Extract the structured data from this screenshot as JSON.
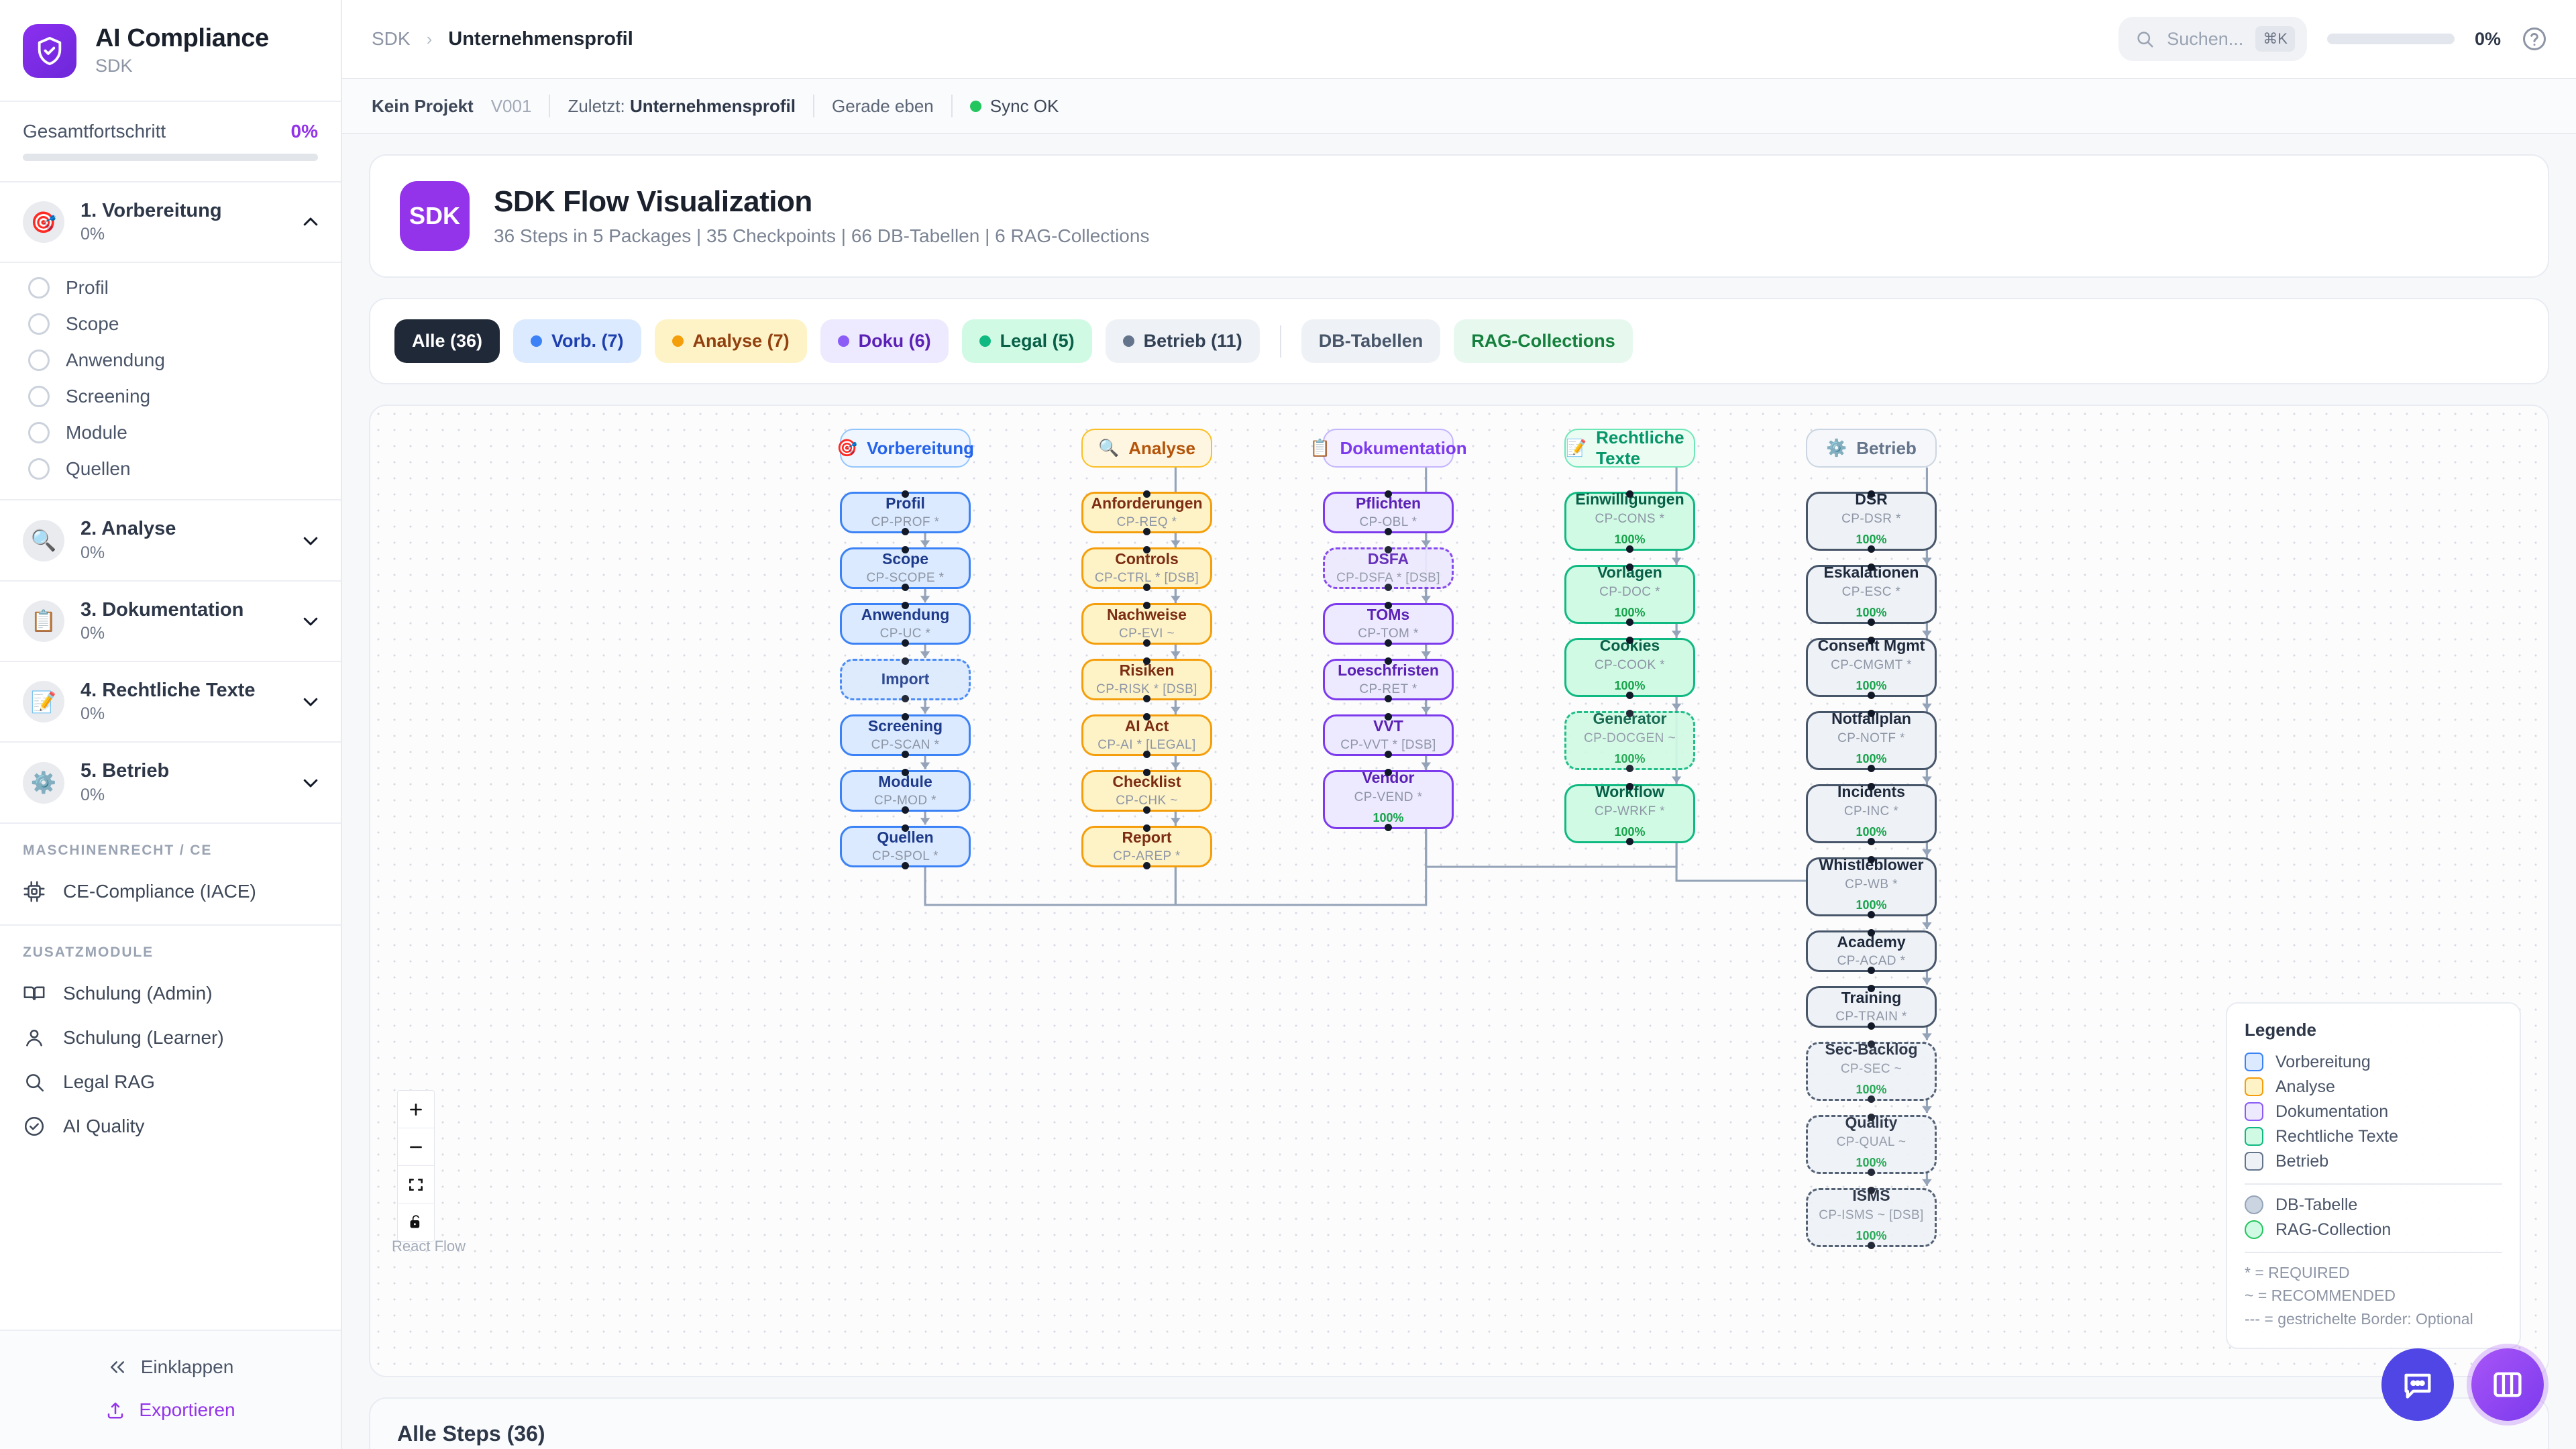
{
  "sidebar": {
    "brand": {
      "title": "AI Compliance",
      "subtitle": "SDK",
      "logo_icon": "shield-check-icon"
    },
    "overall": {
      "label": "Gesamtfortschritt",
      "value": "0%",
      "percent": 0,
      "accent": "#9333ea"
    },
    "sections": [
      {
        "emoji": "🎯",
        "title": "1. Vorbereitung",
        "percent": "0%",
        "expanded": true,
        "children": [
          "Profil",
          "Scope",
          "Anwendung",
          "Screening",
          "Module",
          "Quellen"
        ]
      },
      {
        "emoji": "🔍",
        "title": "2. Analyse",
        "percent": "0%",
        "expanded": false,
        "children": []
      },
      {
        "emoji": "📋",
        "title": "3. Dokumentation",
        "percent": "0%",
        "expanded": false,
        "children": []
      },
      {
        "emoji": "📝",
        "title": "4. Rechtliche Texte",
        "percent": "0%",
        "expanded": false,
        "children": []
      },
      {
        "emoji": "⚙️",
        "title": "5. Betrieb",
        "percent": "0%",
        "expanded": false,
        "children": []
      }
    ],
    "group_machine": {
      "header": "MASCHINENRECHT / CE",
      "items": [
        {
          "icon": "chip-icon",
          "label": "CE-Compliance (IACE)"
        }
      ]
    },
    "group_extra": {
      "header": "ZUSATZMODULE",
      "items": [
        {
          "icon": "book-icon",
          "label": "Schulung (Admin)"
        },
        {
          "icon": "user-icon",
          "label": "Schulung (Learner)"
        },
        {
          "icon": "search-icon",
          "label": "Legal RAG"
        },
        {
          "icon": "check-circle-icon",
          "label": "AI Quality"
        }
      ]
    },
    "footer": {
      "collapse_label": "Einklappen",
      "export_label": "Exportieren"
    }
  },
  "topbar": {
    "breadcrumb_root": "SDK",
    "breadcrumb_sep": "›",
    "breadcrumb_current": "Unternehmensprofil",
    "search": {
      "placeholder": "Suchen...",
      "shortcut": "⌘K",
      "icon": "search-icon"
    },
    "progress": {
      "value": "0%",
      "percent": 0
    },
    "help_icon": "help-circle-icon"
  },
  "metabar": {
    "project": "Kein Projekt",
    "version": "V001",
    "last_label": "Zuletzt:",
    "last_value": "Unternehmensprofil",
    "time": "Gerade eben",
    "sync": "Sync OK",
    "sync_color": "#22c55e"
  },
  "hero": {
    "badge": "SDK",
    "title": "SDK Flow Visualization",
    "subtitle": "36 Steps in 5 Packages | 35 Checkpoints | 66 DB-Tabellen | 6 RAG-Collections"
  },
  "chips": [
    {
      "label": "Alle (36)",
      "dot": null,
      "bg": "#1f2937",
      "fg": "#ffffff",
      "active": true
    },
    {
      "label": "Vorb. (7)",
      "dot": "#3b82f6",
      "bg": "#dbeafe",
      "fg": "#1e40af",
      "active": false
    },
    {
      "label": "Analyse (7)",
      "dot": "#f59e0b",
      "bg": "#fef3c7",
      "fg": "#92400e",
      "active": false
    },
    {
      "label": "Doku (6)",
      "dot": "#8b5cf6",
      "bg": "#ede9fe",
      "fg": "#5b21b6",
      "active": false
    },
    {
      "label": "Legal (5)",
      "dot": "#10b981",
      "bg": "#d1fae5",
      "fg": "#065f46",
      "active": false
    },
    {
      "label": "Betrieb (11)",
      "dot": "#64748b",
      "bg": "#eef1f6",
      "fg": "#334155",
      "active": false
    }
  ],
  "chips_extra": [
    {
      "label": "DB-Tabellen",
      "bg": "#eef1f6",
      "fg": "#475569"
    },
    {
      "label": "RAG-Collections",
      "bg": "#e7f9ef",
      "fg": "#15803d"
    }
  ],
  "flow": {
    "lanes": [
      {
        "emoji": "🎯",
        "label": "Vorbereitung",
        "bg": "#eff6ff",
        "border": "#93c5fd",
        "fg": "#2563eb"
      },
      {
        "emoji": "🔍",
        "label": "Analyse",
        "bg": "#fef6e0",
        "border": "#fbbf24",
        "fg": "#b45309"
      },
      {
        "emoji": "📋",
        "label": "Dokumentation",
        "bg": "#f5f0ff",
        "border": "#c4b5fd",
        "fg": "#7c3aed"
      },
      {
        "emoji": "📝",
        "label": "Rechtliche Texte",
        "bg": "#ebfdf3",
        "border": "#6ee7b7",
        "fg": "#059669"
      },
      {
        "emoji": "⚙️",
        "label": "Betrieb",
        "bg": "#f5f7fa",
        "border": "#cbd5e1",
        "fg": "#64748b"
      }
    ],
    "columns": [
      {
        "key": "vorbereitung",
        "bg": "#dbeafe",
        "border": "#3b82f6",
        "fg": "#1e3a8a",
        "nodes": [
          {
            "title": "Profil",
            "code": "CP-PROF *",
            "dashed": false,
            "pct": null
          },
          {
            "title": "Scope",
            "code": "CP-SCOPE *",
            "dashed": false,
            "pct": null
          },
          {
            "title": "Anwendung",
            "code": "CP-UC *",
            "dashed": false,
            "pct": null
          },
          {
            "title": "Import",
            "code": "",
            "dashed": true,
            "pct": null
          },
          {
            "title": "Screening",
            "code": "CP-SCAN *",
            "dashed": false,
            "pct": null
          },
          {
            "title": "Module",
            "code": "CP-MOD *",
            "dashed": false,
            "pct": null
          },
          {
            "title": "Quellen",
            "code": "CP-SPOL *",
            "dashed": false,
            "pct": null
          }
        ]
      },
      {
        "key": "analyse",
        "bg": "#fef3c7",
        "border": "#f59e0b",
        "fg": "#7c2d12",
        "nodes": [
          {
            "title": "Anforderungen",
            "code": "CP-REQ *",
            "dashed": false,
            "pct": null
          },
          {
            "title": "Controls",
            "code": "CP-CTRL * [DSB]",
            "dashed": false,
            "pct": null
          },
          {
            "title": "Nachweise",
            "code": "CP-EVI ~",
            "dashed": false,
            "pct": null
          },
          {
            "title": "Risiken",
            "code": "CP-RISK * [DSB]",
            "dashed": false,
            "pct": null
          },
          {
            "title": "AI Act",
            "code": "CP-AI * [LEGAL]",
            "dashed": false,
            "pct": null
          },
          {
            "title": "Checklist",
            "code": "CP-CHK ~",
            "dashed": false,
            "pct": null
          },
          {
            "title": "Report",
            "code": "CP-AREP *",
            "dashed": false,
            "pct": null
          }
        ]
      },
      {
        "key": "dokumentation",
        "bg": "#ede9fe",
        "border": "#7c3aed",
        "fg": "#5b21b6",
        "nodes": [
          {
            "title": "Pflichten",
            "code": "CP-OBL *",
            "dashed": false,
            "pct": null
          },
          {
            "title": "DSFA",
            "code": "CP-DSFA * [DSB]",
            "dashed": true,
            "pct": null
          },
          {
            "title": "TOMs",
            "code": "CP-TOM *",
            "dashed": false,
            "pct": null
          },
          {
            "title": "Loeschfristen",
            "code": "CP-RET *",
            "dashed": false,
            "pct": null
          },
          {
            "title": "VVT",
            "code": "CP-VVT * [DSB]",
            "dashed": false,
            "pct": null
          },
          {
            "title": "Vendor",
            "code": "CP-VEND *",
            "dashed": false,
            "pct": "100%"
          }
        ]
      },
      {
        "key": "rechtliche",
        "bg": "#d1fae5",
        "border": "#10b981",
        "fg": "#065f46",
        "nodes": [
          {
            "title": "Einwilligungen",
            "code": "CP-CONS *",
            "dashed": false,
            "pct": "100%"
          },
          {
            "title": "Vorlagen",
            "code": "CP-DOC *",
            "dashed": false,
            "pct": "100%"
          },
          {
            "title": "Cookies",
            "code": "CP-COOK *",
            "dashed": false,
            "pct": "100%"
          },
          {
            "title": "Generator",
            "code": "CP-DOCGEN ~",
            "dashed": true,
            "pct": "100%"
          },
          {
            "title": "Workflow",
            "code": "CP-WRKF *",
            "dashed": false,
            "pct": "100%"
          }
        ]
      },
      {
        "key": "betrieb",
        "bg": "#eef2f7",
        "border": "#475569",
        "fg": "#1e293b",
        "nodes": [
          {
            "title": "DSR",
            "code": "CP-DSR *",
            "dashed": false,
            "pct": "100%"
          },
          {
            "title": "Eskalationen",
            "code": "CP-ESC *",
            "dashed": false,
            "pct": "100%"
          },
          {
            "title": "Consent Mgmt",
            "code": "CP-CMGMT *",
            "dashed": false,
            "pct": "100%"
          },
          {
            "title": "Notfallplan",
            "code": "CP-NOTF *",
            "dashed": false,
            "pct": "100%"
          },
          {
            "title": "Incidents",
            "code": "CP-INC *",
            "dashed": false,
            "pct": "100%"
          },
          {
            "title": "Whistleblower",
            "code": "CP-WB *",
            "dashed": false,
            "pct": "100%"
          },
          {
            "title": "Academy",
            "code": "CP-ACAD *",
            "dashed": false,
            "pct": null
          },
          {
            "title": "Training",
            "code": "CP-TRAIN *",
            "dashed": false,
            "pct": null
          },
          {
            "title": "Sec-Backlog",
            "code": "CP-SEC ~",
            "dashed": true,
            "pct": "100%"
          },
          {
            "title": "Quality",
            "code": "CP-QUAL ~",
            "dashed": true,
            "pct": "100%"
          },
          {
            "title": "ISMS",
            "code": "CP-ISMS ~ [DSB]",
            "dashed": true,
            "pct": "100%"
          }
        ]
      }
    ],
    "controls": [
      {
        "icon": "zoom-in-icon",
        "name": "zoom-in"
      },
      {
        "icon": "zoom-out-icon",
        "name": "zoom-out"
      },
      {
        "icon": "fit-view-icon",
        "name": "fit-view"
      },
      {
        "icon": "lock-open-icon",
        "name": "lock-toggle"
      }
    ],
    "attribution": "React Flow",
    "legend": {
      "title": "Legende",
      "packages": [
        {
          "label": "Vorbereitung",
          "bg": "#dbeafe",
          "border": "#3b82f6"
        },
        {
          "label": "Analyse",
          "bg": "#fef3c7",
          "border": "#f59e0b"
        },
        {
          "label": "Dokumentation",
          "bg": "#ede9fe",
          "border": "#8b5cf6"
        },
        {
          "label": "Rechtliche Texte",
          "bg": "#d1fae5",
          "border": "#10b981"
        },
        {
          "label": "Betrieb",
          "bg": "#eef2f7",
          "border": "#64748b"
        }
      ],
      "types": [
        {
          "label": "DB-Tabelle",
          "bg": "#cbd5e1",
          "border": "#94a3b8"
        },
        {
          "label": "RAG-Collection",
          "bg": "#d1fae5",
          "border": "#22c55e"
        }
      ],
      "notes": [
        "* = REQUIRED",
        "~ = RECOMMENDED",
        "--- = gestrichelte Border: Optional"
      ]
    }
  },
  "steps": {
    "header": "Alle Steps (36)"
  },
  "fabs": [
    {
      "name": "chat-fab",
      "icon": "chat-icon"
    },
    {
      "name": "panel-fab",
      "icon": "columns-icon"
    }
  ]
}
